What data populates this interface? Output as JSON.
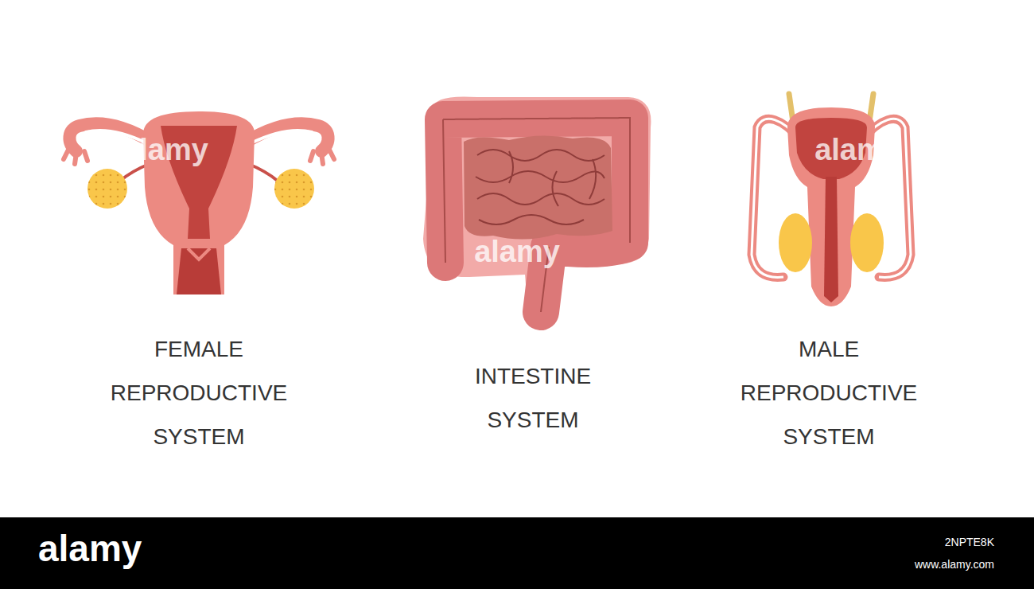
{
  "diagram": {
    "labels": [
      "FEMALE REPRODUCTIVE SYSTEM",
      "INTESTINE SYSTEM",
      "MALE REPRODUCTIVE SYSTEM",
      "alamy",
      "alamy",
      "alamy",
      "alamy",
      "2NPTE8K",
      "www.alamy.com"
    ]
  }
}
